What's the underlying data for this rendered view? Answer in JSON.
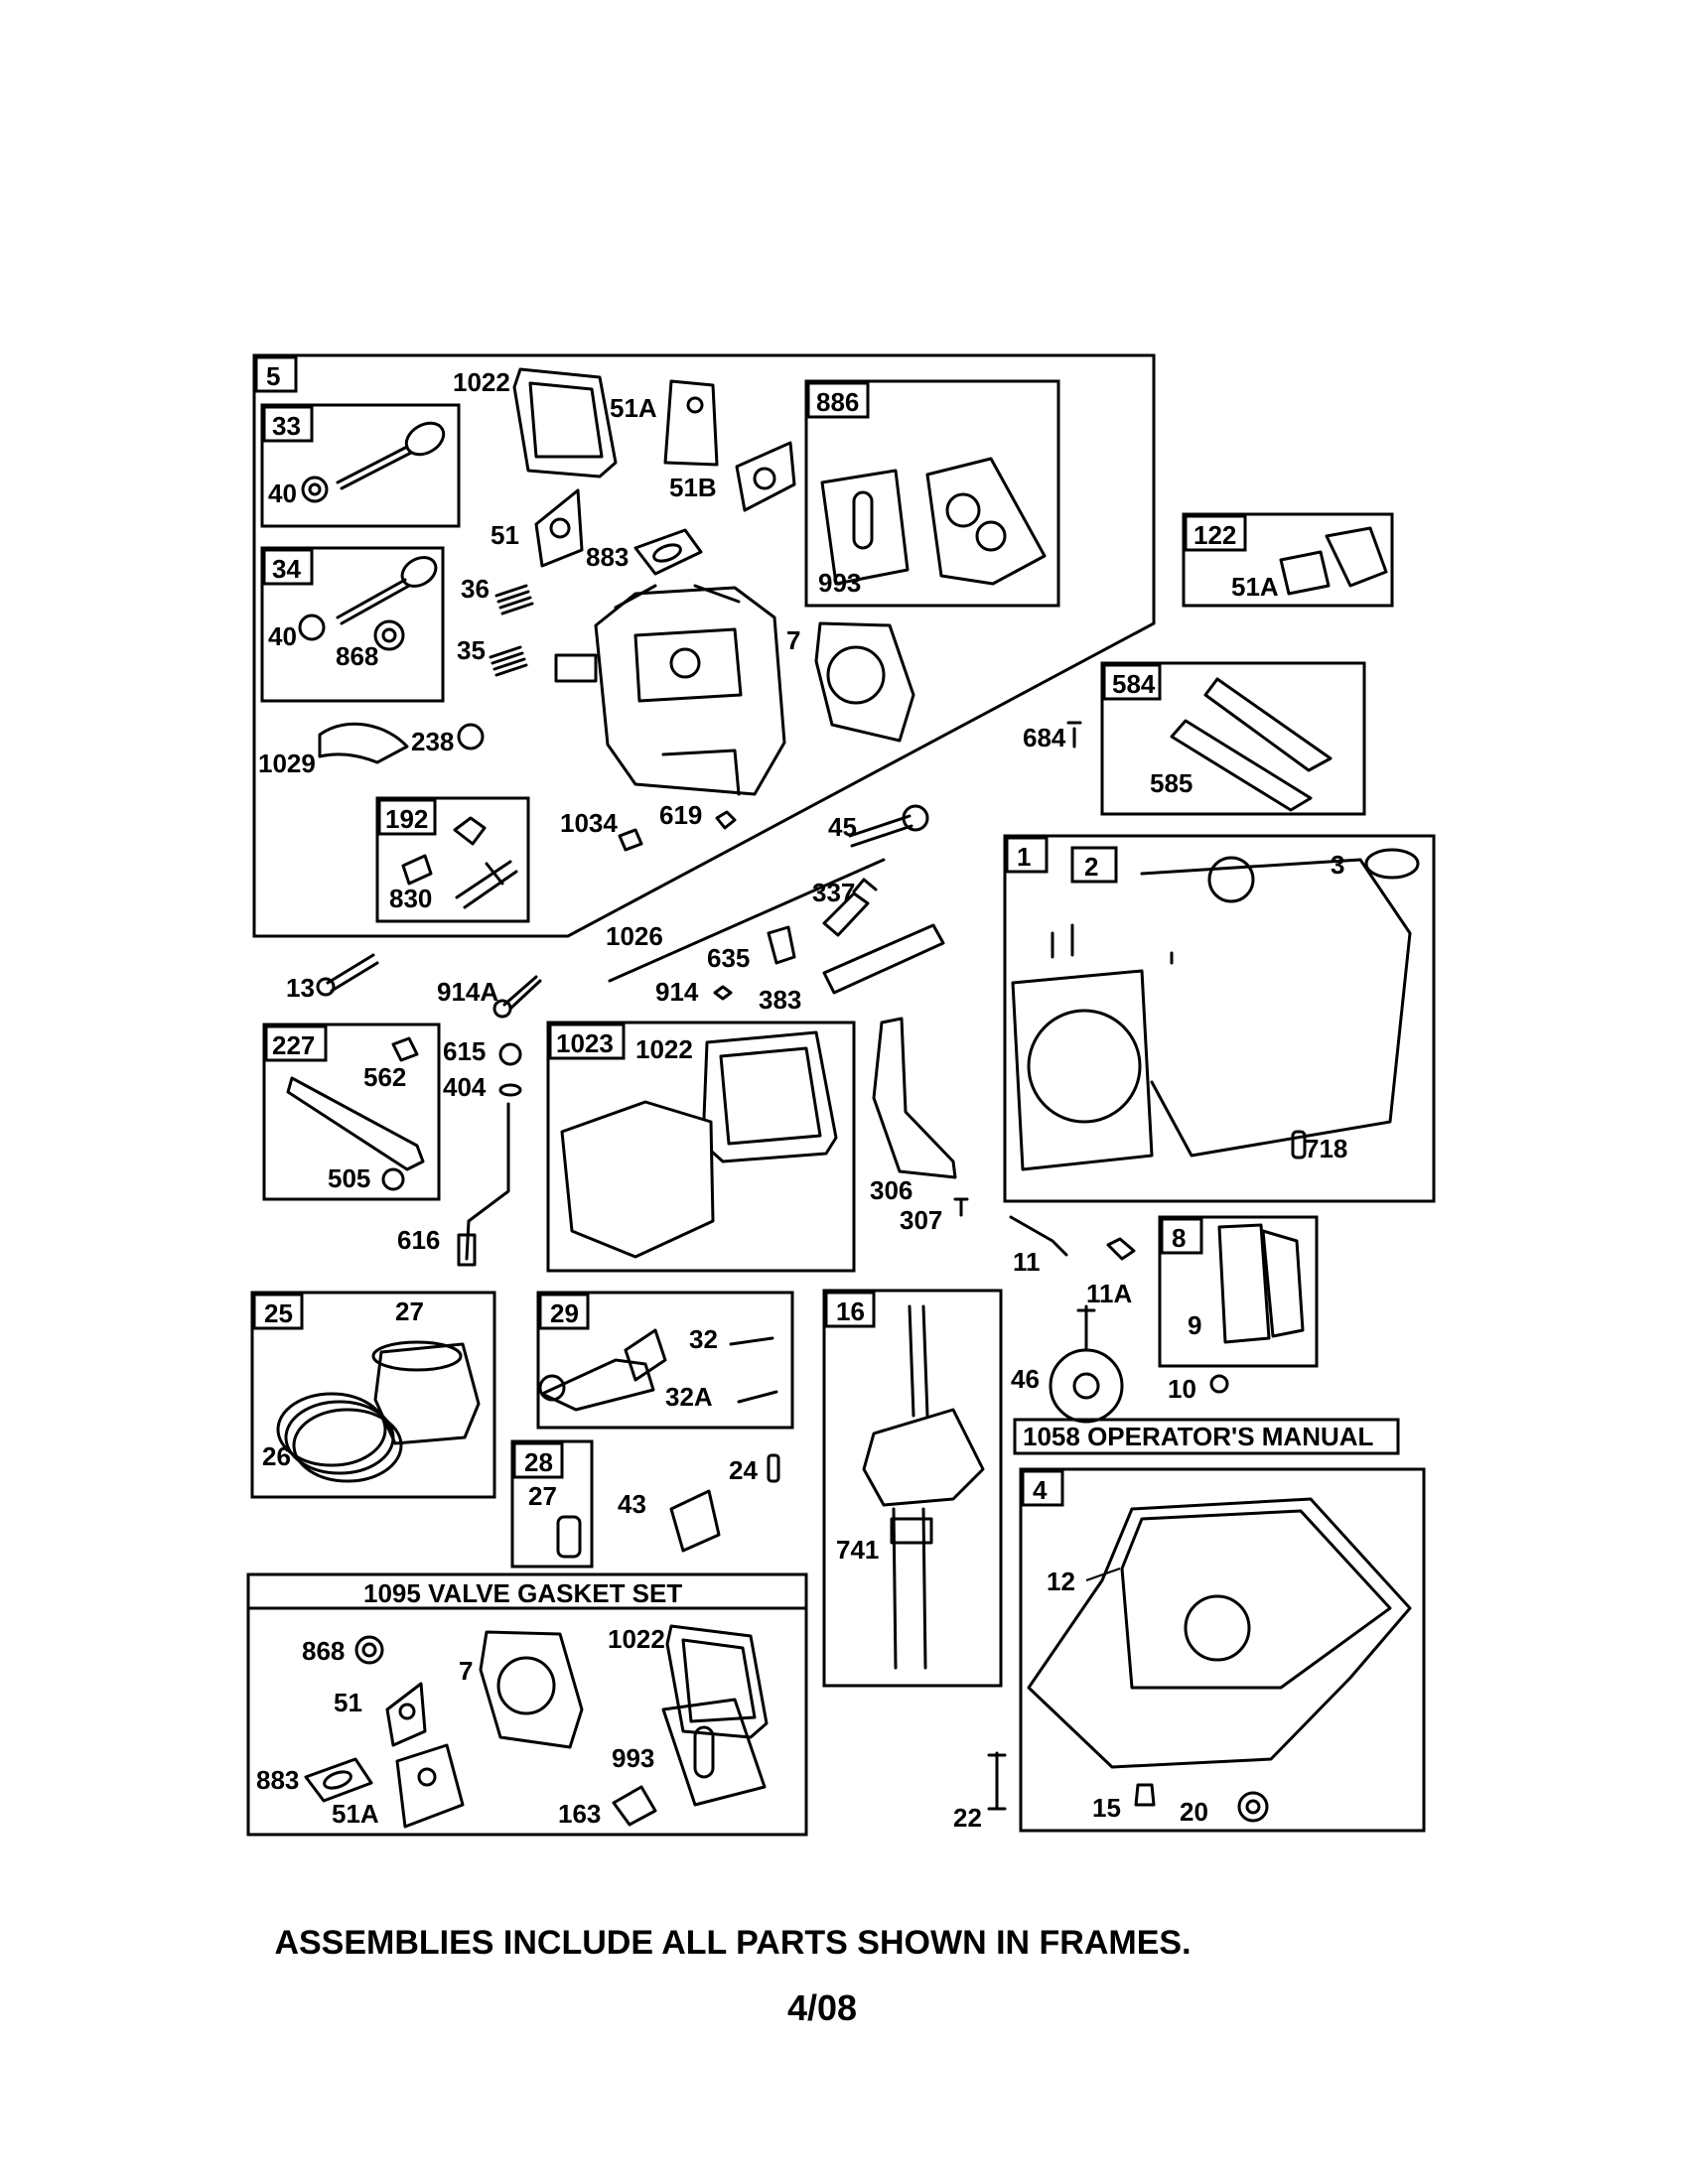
{
  "frames": {
    "f5": "5",
    "f33": "33",
    "f34": "34",
    "f192": "192",
    "f886": "886",
    "f122": "122",
    "f584": "584",
    "f1": "1",
    "f2": "2",
    "f227": "227",
    "f1023": "1023",
    "f25": "25",
    "f29": "29",
    "f16": "16",
    "f8": "8",
    "f28": "28",
    "f4": "4",
    "manual": "1058 OPERATOR'S MANUAL",
    "valve_gasket_set": "1095 VALVE GASKET SET"
  },
  "labels": {
    "l1022a": "1022",
    "l51a_top": "51A",
    "l51b": "51B",
    "l51": "51",
    "l883": "883",
    "l40a": "40",
    "l40b": "40",
    "l868": "868",
    "l36": "36",
    "l35": "35",
    "l1029": "1029",
    "l238": "238",
    "l830": "830",
    "l1034": "1034",
    "l619": "619",
    "l993a": "993",
    "l7a": "7",
    "l51a_122": "51A",
    "l684": "684",
    "l585": "585",
    "l45": "45",
    "l3": "3",
    "l337": "337",
    "l1026": "1026",
    "l635": "635",
    "l914": "914",
    "l383": "383",
    "l13": "13",
    "l914a": "914A",
    "l615": "615",
    "l404": "404",
    "l562": "562",
    "l505": "505",
    "l616": "616",
    "l1022b": "1022",
    "l306": "306",
    "l307": "307",
    "l718": "718",
    "l11": "11",
    "l11a": "11A",
    "l9": "9",
    "l10": "10",
    "l46": "46",
    "l27a": "27",
    "l26": "26",
    "l32": "32",
    "l32a": "32A",
    "l24": "24",
    "l27b": "27",
    "l43": "43",
    "l741": "741",
    "l12": "12",
    "l868b": "868",
    "l51c": "51",
    "l7b": "7",
    "l1022c": "1022",
    "l993b": "993",
    "l883b": "883",
    "l51a_set": "51A",
    "l163": "163",
    "l22": "22",
    "l15": "15",
    "l20": "20"
  },
  "footer": {
    "note": "ASSEMBLIES INCLUDE ALL PARTS SHOWN IN FRAMES.",
    "date": "4/08"
  }
}
